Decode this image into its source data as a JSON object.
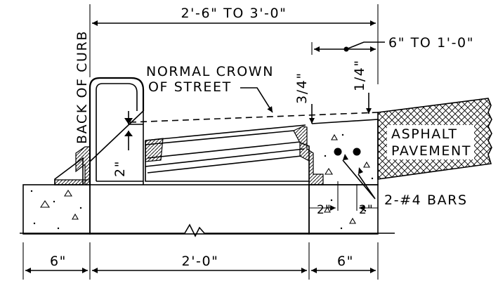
{
  "labels": {
    "top_width": "2'-6\" TO 3'-0\"",
    "right_offset": "6\" TO 1'-0\"",
    "back_of_curb": "BACK OF CURB",
    "crown_line1": "NORMAL CROWN",
    "crown_line2": "OF STREET",
    "slope_a": "3/4\"",
    "slope_b": "1/4\"",
    "asphalt_line1": "ASPHALT",
    "asphalt_line2": "PAVEMENT",
    "gutter_drop": "2\"",
    "bars": "2-#4 BARS",
    "bar_cover_left": "2\"",
    "bar_cover_right": "2\"",
    "bottom_left": "6\"",
    "bottom_middle": "2'-0\"",
    "bottom_right": "6\""
  },
  "colors": {
    "line": "#000000",
    "background": "#ffffff"
  }
}
